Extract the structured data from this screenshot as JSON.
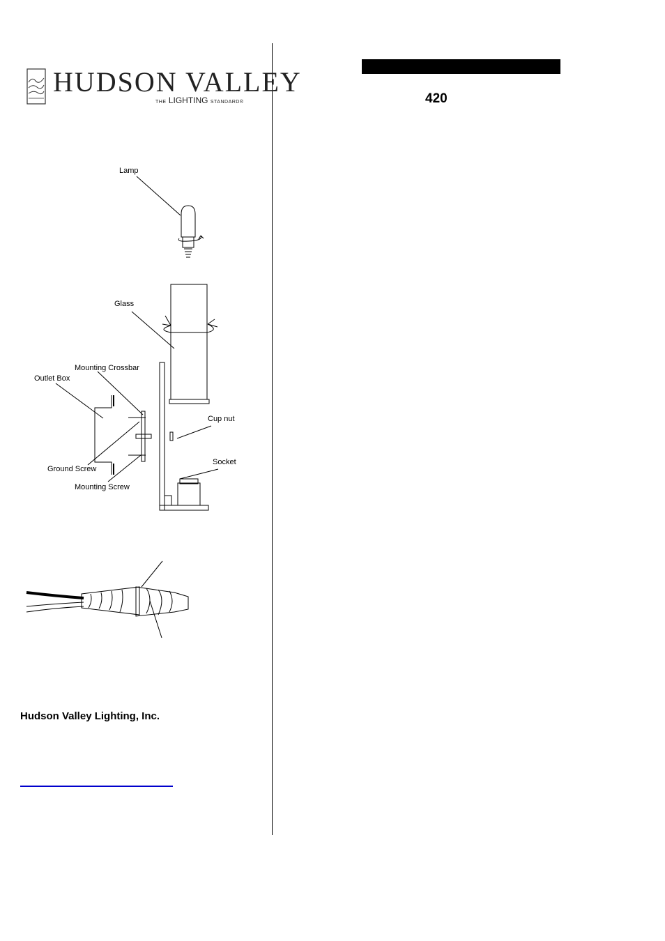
{
  "logo": {
    "brand": "HUDSON VALLEY",
    "tagline_prefix": "THE",
    "tagline_main": "LIGHTING",
    "tagline_suffix": "STANDARD®"
  },
  "diagram": {
    "labels": {
      "lamp": "Lamp",
      "glass": "Glass",
      "mounting_crossbar": "Mounting Crossbar",
      "outlet_box": "Outlet Box",
      "cup_nut": "Cup nut",
      "socket": "Socket",
      "ground_screw": "Ground Screw",
      "mounting_screw": "Mounting Screw"
    }
  },
  "company": {
    "name": "Hudson Valley Lighting, Inc."
  },
  "header": {
    "model_number": "420"
  }
}
